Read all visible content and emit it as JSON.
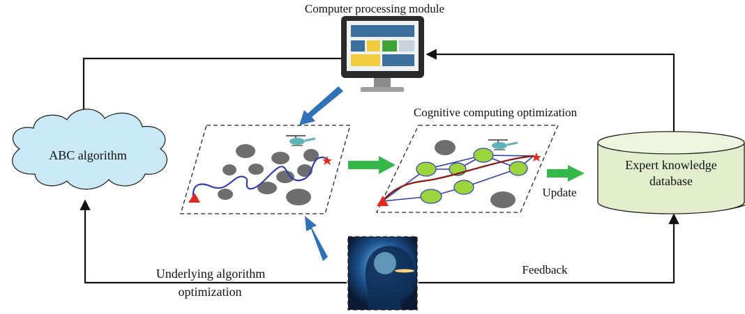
{
  "labels": {
    "computer_module": "Computer processing module",
    "abc_algorithm": "ABC algorithm",
    "cognitive_opt": "Cognitive computing optimization",
    "update": "Update",
    "expert_db_line1": "Expert knowledge",
    "expert_db_line2": "database",
    "underlying_line1": "Underlying algorithm",
    "underlying_line2": "optimization",
    "feedback": "Feedback"
  },
  "colors": {
    "cloud_fill": "#c9e9f6",
    "database_fill": "#e3efcc",
    "blue_arrow": "#2f72b8",
    "green_arrow": "#35b84a",
    "obstacle_gray": "#6e6e6e",
    "node_green": "#9bd43c",
    "path_blue": "#2d3fb0",
    "path_red": "#8b1f17",
    "start_marker": "#e02a1e",
    "connector": "#111111"
  },
  "icons": [
    "monitor-icon",
    "helicopter-icon",
    "human-head-icon",
    "start-triangle-icon",
    "goal-star-icon"
  ]
}
